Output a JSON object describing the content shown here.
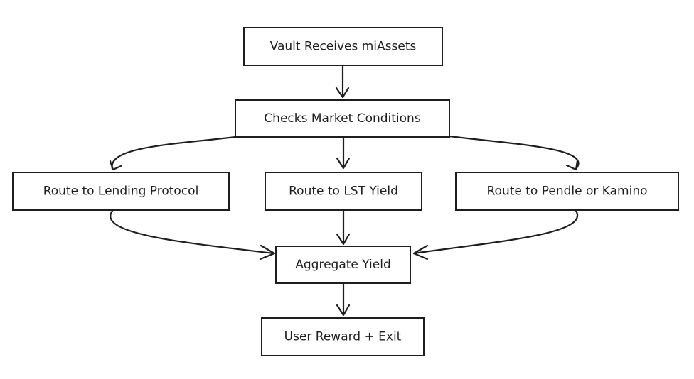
{
  "diagram": {
    "nodes": {
      "vault": "Vault Receives miAssets",
      "checks": "Checks Market Conditions",
      "lending": "Route to Lending Protocol",
      "lst": "Route to LST Yield",
      "pendle": "Route to Pendle or Kamino",
      "aggregate": "Aggregate Yield",
      "reward": "User Reward + Exit"
    },
    "edges": [
      {
        "from": "vault",
        "to": "checks"
      },
      {
        "from": "checks",
        "to": "lending"
      },
      {
        "from": "checks",
        "to": "lst"
      },
      {
        "from": "checks",
        "to": "pendle"
      },
      {
        "from": "lending",
        "to": "aggregate"
      },
      {
        "from": "lst",
        "to": "aggregate"
      },
      {
        "from": "pendle",
        "to": "aggregate"
      },
      {
        "from": "aggregate",
        "to": "reward"
      }
    ],
    "colors": {
      "stroke": "#1e1e1e",
      "background": "#ffffff"
    }
  }
}
